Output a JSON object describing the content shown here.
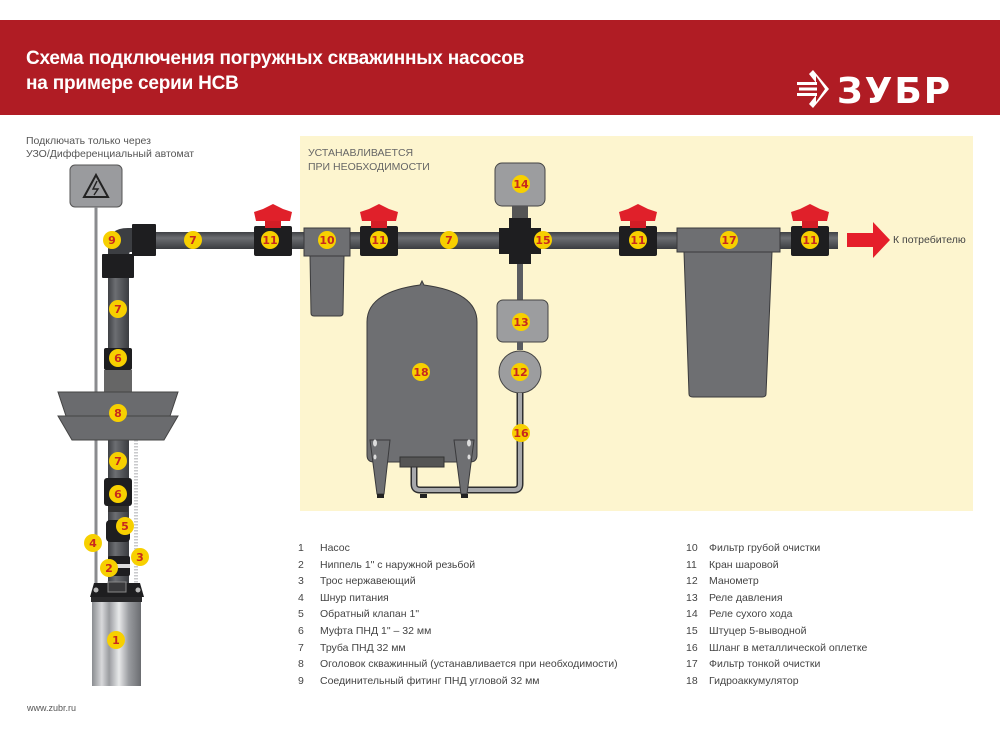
{
  "header": {
    "title_line1": "Схема подключения погружных скважинных насосов",
    "title_line2": "на примере серии НСВ",
    "brand": "ЗУБР",
    "brand_color": "#b01c24"
  },
  "notes": {
    "warning_line1": "Подключать только через",
    "warning_line2": "УЗО/Дифференциальный автомат",
    "optional_line1": "УСТАНАВЛИВАЕТСЯ",
    "optional_line2": "ПРИ НЕОБХОДИМОСТИ",
    "consumer": "К потребителю"
  },
  "colors": {
    "pipe": "#5a5c60",
    "fitting": "#1e1e20",
    "valve_handle": "#e0202a",
    "badge": "#f7d000",
    "badge_text": "#c8281e",
    "optional_area": "#fdf5cf"
  },
  "badges": {
    "b1": "1",
    "b2": "2",
    "b3": "3",
    "b4": "4",
    "b5": "5",
    "b6a": "6",
    "b6b": "6",
    "b7a": "7",
    "b7b": "7",
    "b7c": "7",
    "b7d": "7",
    "b8": "8",
    "b9": "9",
    "b10": "10",
    "b11a": "11",
    "b11b": "11",
    "b11c": "11",
    "b11d": "11",
    "b12": "12",
    "b13": "13",
    "b14": "14",
    "b15": "15",
    "b16": "16",
    "b17": "17",
    "b18": "18"
  },
  "legend_left": [
    {
      "num": "1",
      "label": "Насос"
    },
    {
      "num": "2",
      "label": "Ниппель 1\" с наружной резьбой"
    },
    {
      "num": "3",
      "label": "Трос нержавеющий"
    },
    {
      "num": "4",
      "label": "Шнур питания"
    },
    {
      "num": "5",
      "label": "Обратный клапан 1\""
    },
    {
      "num": "6",
      "label": "Муфта ПНД 1\" – 32 мм"
    },
    {
      "num": "7",
      "label": "Труба ПНД 32 мм"
    },
    {
      "num": "8",
      "label": "Оголовок скважинный (устанавливается при необходимости)"
    },
    {
      "num": "9",
      "label": "Соединительный фитинг ПНД угловой 32 мм"
    }
  ],
  "legend_right": [
    {
      "num": "10",
      "label": "Фильтр грубой очистки"
    },
    {
      "num": "11",
      "label": "Кран шаровой"
    },
    {
      "num": "12",
      "label": "Манометр"
    },
    {
      "num": "13",
      "label": "Реле давления"
    },
    {
      "num": "14",
      "label": "Реле сухого хода"
    },
    {
      "num": "15",
      "label": "Штуцер 5-выводной"
    },
    {
      "num": "16",
      "label": "Шланг в металлической оплетке"
    },
    {
      "num": "17",
      "label": "Фильтр тонкой очистки"
    },
    {
      "num": "18",
      "label": "Гидроаккумулятор"
    }
  ],
  "footer": {
    "website": "www.zubr.ru"
  }
}
